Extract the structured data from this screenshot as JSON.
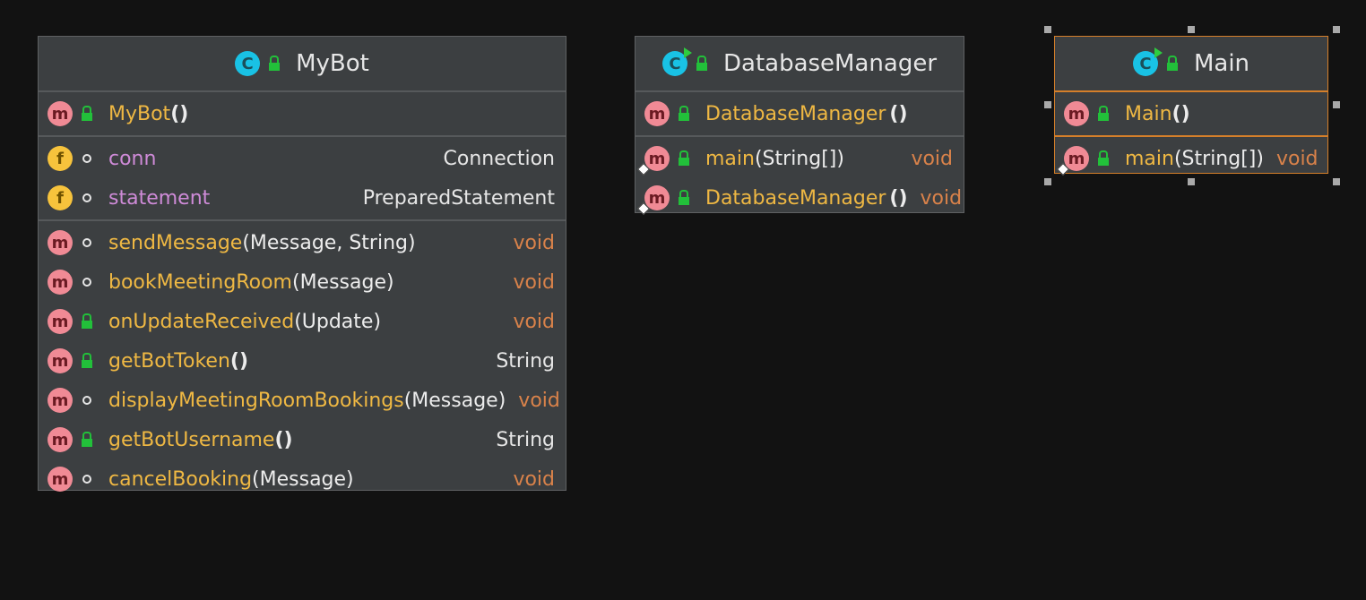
{
  "classes": {
    "mybot": {
      "title": "MyBot",
      "constructor": {
        "name": "MyBot",
        "params": "()"
      },
      "fields": [
        {
          "name": "conn",
          "type": "Connection"
        },
        {
          "name": "statement",
          "type": "PreparedStatement"
        }
      ],
      "methods": [
        {
          "name": "sendMessage",
          "params": "(Message, String)",
          "ret": "void"
        },
        {
          "name": "bookMeetingRoom",
          "params": "(Message)",
          "ret": "void"
        },
        {
          "name": "onUpdateReceived",
          "params": "(Update)",
          "ret": "void"
        },
        {
          "name": "getBotToken",
          "params": "()",
          "ret": "String"
        },
        {
          "name": "displayMeetingRoomBookings",
          "params": "(Message)",
          "ret": "void"
        },
        {
          "name": "getBotUsername",
          "params": "()",
          "ret": "String"
        },
        {
          "name": "cancelBooking",
          "params": "(Message)",
          "ret": "void"
        }
      ]
    },
    "dbmanager": {
      "title": "DatabaseManager",
      "constructor": {
        "name": "DatabaseManager",
        "params": "()"
      },
      "methods": [
        {
          "name": "main",
          "params": "(String[])",
          "ret": "void"
        },
        {
          "name": "DatabaseManager",
          "params": "()",
          "ret": "void"
        }
      ]
    },
    "main": {
      "title": "Main",
      "constructor": {
        "name": "Main",
        "params": "()"
      },
      "methods": [
        {
          "name": "main",
          "params": "(String[])",
          "ret": "void"
        }
      ]
    }
  },
  "icons": {
    "class": "C",
    "method": "m",
    "field": "f"
  },
  "colors": {
    "selection": "#d57f2a",
    "method_name": "#efb843",
    "field_name": "#cf8bd8",
    "return_type": "#d9824a"
  }
}
